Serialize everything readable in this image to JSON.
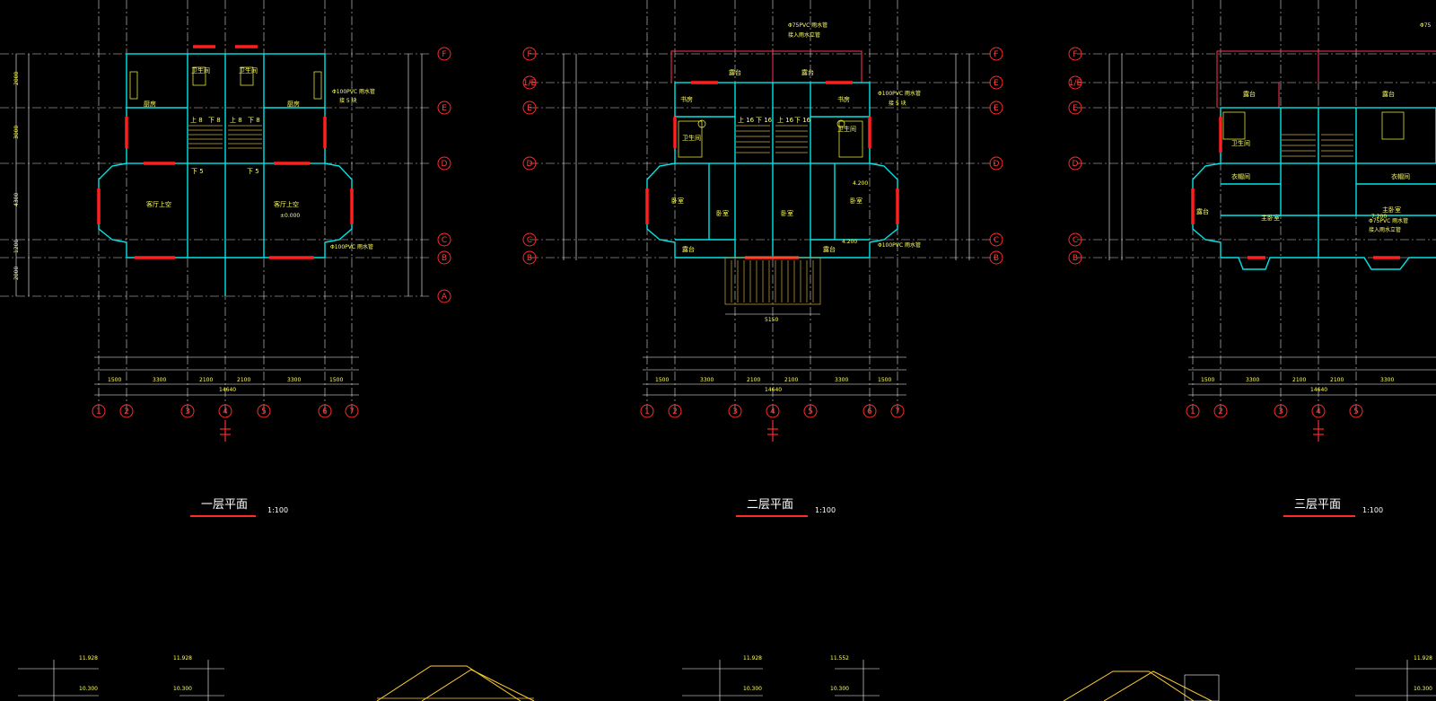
{
  "plans": [
    {
      "id": "plan1",
      "title": "一层平面",
      "scale": "1:100",
      "rows_right": [
        "F",
        "E",
        "D",
        "C",
        "B",
        "A"
      ],
      "cols": [
        "1",
        "2",
        "3",
        "4",
        "5",
        "6",
        "7"
      ],
      "rooms": [
        "卫生间",
        "卫生间",
        "厨房",
        "厨房",
        "客厅上空",
        "客厅上空",
        "上 8",
        "下 8",
        "上 8",
        "下 8",
        "下 5",
        "下 5"
      ],
      "notes": [
        "Φ100PVC 雨水管",
        "接 5 块",
        "±0.000",
        "Φ100PVC 雨水管"
      ],
      "total": "14640",
      "dims_outer": [
        "1500",
        "3300",
        "2100",
        "2100",
        "3300",
        "1500"
      ],
      "left_dims": [
        "2000",
        "3000",
        "4300",
        "1200",
        "2000"
      ]
    },
    {
      "id": "plan2",
      "title": "二层平面",
      "scale": "1:100",
      "rows_left": [
        "F",
        "1/E",
        "E",
        "D",
        "C",
        "B"
      ],
      "rows_right": [
        "F",
        "E",
        "E",
        "D",
        "C",
        "B"
      ],
      "cols": [
        "1",
        "2",
        "3",
        "4",
        "5",
        "6",
        "7"
      ],
      "rooms": [
        "露台",
        "露台",
        "书房",
        "书房",
        "卫生间",
        "卫生间",
        "卧室",
        "卧室",
        "卧室",
        "卧室",
        "露台",
        "露台",
        "上 16",
        "下 16",
        "上 16",
        "下 16"
      ],
      "notes": [
        "Φ75PVC 雨水管",
        "接入雨水立管",
        "Φ100PVC 雨水管",
        "接 5 块",
        "Φ100PVC 雨水管",
        "4.200",
        "4.200",
        "5150"
      ],
      "total": "14640",
      "dims_outer": [
        "1500",
        "3300",
        "2100",
        "2100",
        "3300",
        "1500"
      ]
    },
    {
      "id": "plan3",
      "title": "三层平面",
      "scale": "1:100",
      "rows_left": [
        "F",
        "1/E",
        "E",
        "D",
        "C",
        "B"
      ],
      "cols": [
        "1",
        "2",
        "3",
        "4",
        "5"
      ],
      "rooms": [
        "露台",
        "露台",
        "卫生间",
        "衣帽间",
        "衣帽间",
        "露台",
        "主卧室",
        "主卧室"
      ],
      "notes": [
        "Φ75PVC 雨水管",
        "接入雨水立管",
        "7.200",
        "Φ75"
      ],
      "total": "14640",
      "dims_outer": [
        "1500",
        "3300",
        "2100",
        "2100",
        "3300"
      ]
    }
  ],
  "elevations": {
    "levels": [
      "11.928",
      "10.300",
      "11.928",
      "10.300",
      "11.928",
      "10.300",
      "11.552",
      "10.300",
      "11.928",
      "10.300"
    ]
  }
}
